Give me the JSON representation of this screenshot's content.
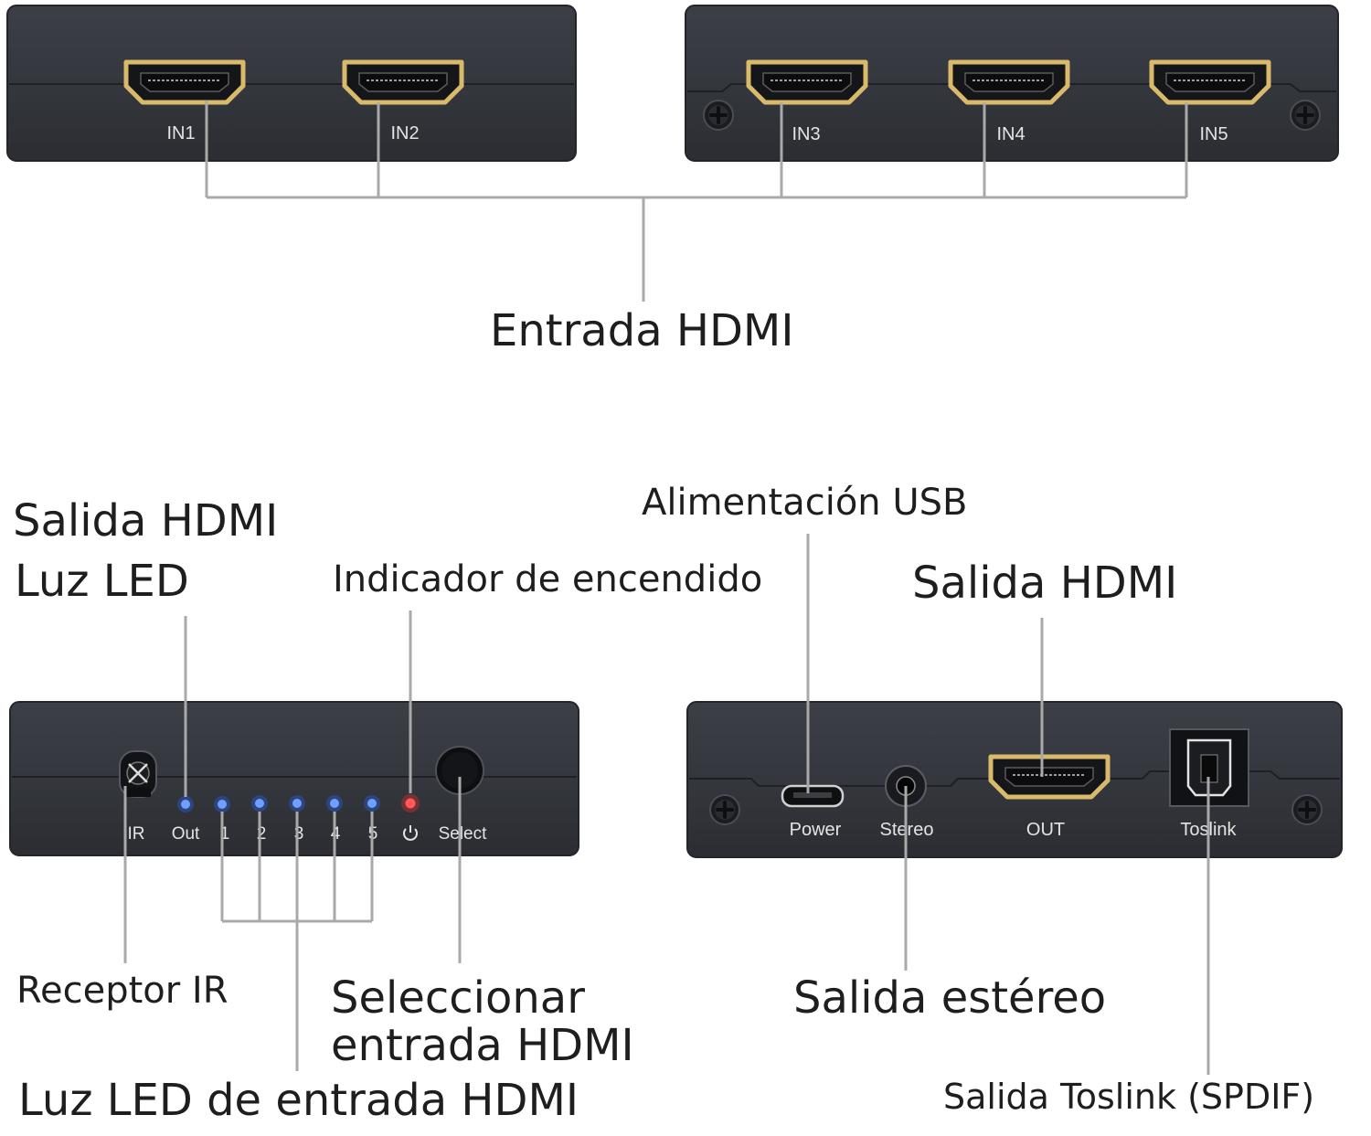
{
  "colors": {
    "device_body": "#34373d",
    "device_edge": "#23252a",
    "connector_metal": "#d9b96a",
    "leader_line": "#a9a9a9",
    "led_blue": "#2a63ff",
    "led_red": "#ff2a2a",
    "text": "#1e1e1e"
  },
  "top_panels": {
    "port_labels": [
      "IN1",
      "IN2",
      "IN3",
      "IN4",
      "IN5"
    ]
  },
  "front_panel": {
    "labels": {
      "ir": "IR",
      "out": "Out",
      "led1": "1",
      "led2": "2",
      "led3": "3",
      "led4": "4",
      "led5": "5",
      "select": "Select"
    },
    "icons": [
      "ir-receiver-icon",
      "power-symbol-icon",
      "select-button-icon"
    ]
  },
  "rear_panel": {
    "labels": {
      "power": "Power",
      "stereo": "Stereo",
      "out": "OUT",
      "toslink": "Toslink"
    }
  },
  "callouts": {
    "entrada_hdmi": "Entrada HDMI",
    "salida_hdmi_led_1": "Salida HDMI",
    "salida_hdmi_led_2": "Luz LED",
    "indicador_encendido": "Indicador de encendido",
    "alimentacion_usb": "Alimentación USB",
    "salida_hdmi": "Salida HDMI",
    "receptor_ir": "Receptor IR",
    "seleccionar_1": "Seleccionar",
    "seleccionar_2": "entrada HDMI",
    "luz_led_entrada": "Luz LED de entrada HDMI",
    "salida_estereo": "Salida estéreo",
    "salida_toslink": "Salida Toslink (SPDIF)"
  }
}
